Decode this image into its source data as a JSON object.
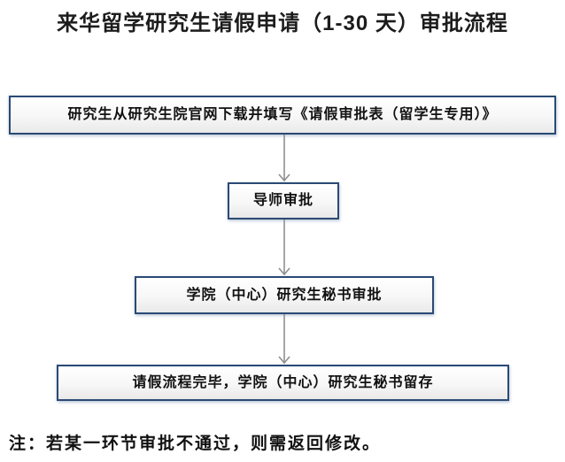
{
  "title": "来华留学研究生请假申请（1-30 天）审批流程",
  "flow": {
    "steps": [
      "研究生从研究生院官网下载并填写《请假审批表（留学生专用）》",
      "导师审批",
      "学院（中心）研究生秘书审批",
      "请假流程完毕，学院（中心）研究生秘书留存"
    ]
  },
  "note": "注：若某一环节审批不通过，则需返回修改。",
  "colors": {
    "background": "#ffffff",
    "box_border": "#2a4a74",
    "box_fill_top": "#ffffff",
    "box_fill_bottom": "#e9e9e9",
    "arrow": "#8f8f8f",
    "text": "#111111"
  }
}
